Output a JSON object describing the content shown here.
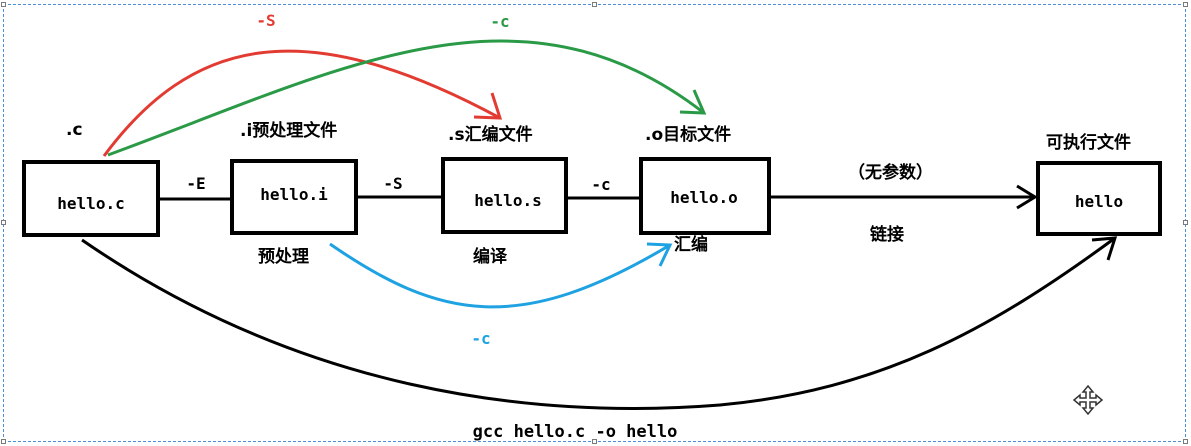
{
  "boxes": {
    "c": "hello.c",
    "i": "hello.i",
    "s": "hello.s",
    "o": "hello.o",
    "exe": "hello"
  },
  "file_labels": {
    "c": ".c",
    "i": ".i预处理文件",
    "s": ".s汇编文件",
    "o": ".o目标文件",
    "exe": "可执行文件"
  },
  "stage_labels": {
    "preprocess": "预处理",
    "compile": "编译",
    "assemble": "汇编",
    "link": "链接",
    "no_params": "（无参数）"
  },
  "flags": {
    "E": "-E",
    "S": "-S",
    "c": "-c"
  },
  "arcs": {
    "red": "-S",
    "green": "-c",
    "blue": "-c"
  },
  "command": "gcc hello.c -o hello",
  "colors": {
    "red": "#e23b32",
    "green": "#2a9a47",
    "blue": "#1ea2e2",
    "black": "#000000",
    "frame": "#4a8fd8"
  },
  "icons": {
    "move": "move-cross-arrows-icon"
  }
}
